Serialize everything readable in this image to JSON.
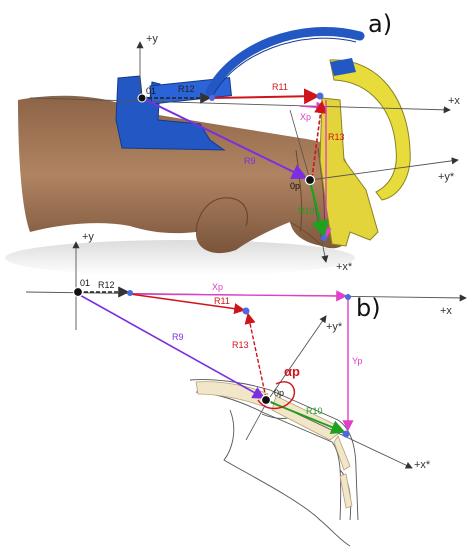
{
  "panels": {
    "a": {
      "letter": "a)",
      "axes": {
        "y": "+y",
        "x": "+x",
        "y_star": "+y*",
        "x_star": "+x*"
      },
      "points": {
        "o1": "01",
        "op": "0p"
      },
      "vectors": {
        "r12": "R12",
        "r11": "R11",
        "r13": "R13",
        "r9": "R9",
        "r10": "R10",
        "xp": "Xp"
      }
    },
    "b": {
      "letter": "b)",
      "axes": {
        "y": "+y",
        "x": "+x",
        "y_star": "+y*",
        "x_star": "+x*"
      },
      "points": {
        "o1": "01",
        "op": "0p"
      },
      "vectors": {
        "r12": "R12",
        "r11": "R11",
        "r13": "R13",
        "r9": "R9",
        "r10": "R10",
        "xp": "Xp",
        "yp": "Yp"
      },
      "angle": "αp"
    }
  },
  "colors": {
    "r12": "#222222",
    "r11": "#d0141b",
    "r13": "#d0141b",
    "r9": "#7b2fe0",
    "r10": "#1fa11f",
    "xp": "#e040c8",
    "yp": "#e040c8",
    "angle": "#d0141b",
    "axis": "#555555",
    "orthosis_blue": "#2357c4",
    "orthosis_yellow": "#e8dc3c",
    "skin": "#a67c5b"
  }
}
